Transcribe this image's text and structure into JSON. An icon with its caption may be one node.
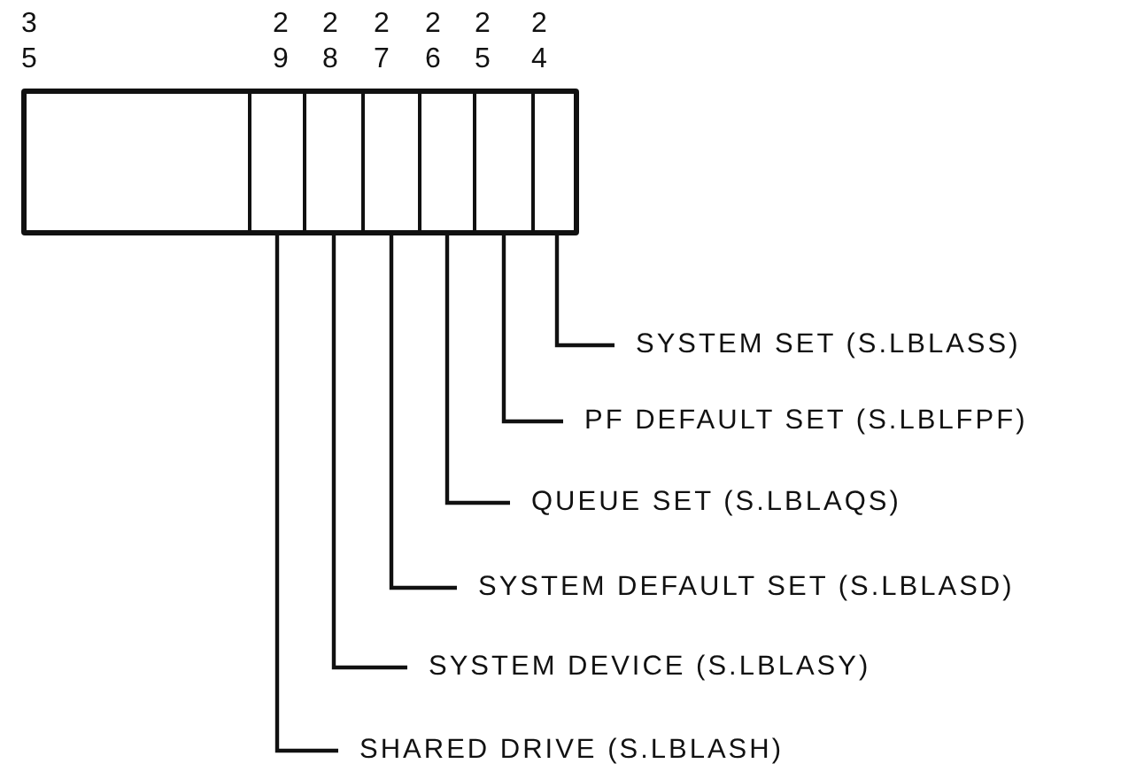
{
  "diagram": {
    "nodes": [
      {
        "text": [],
        "shape": "box",
        "beside": [
          "35"
        ]
      },
      {
        "text": [],
        "shape": "box",
        "in": 0,
        "beside": [
          "29"
        ]
      },
      {
        "text": [],
        "shape": "box",
        "in": 0,
        "beside": [
          "28"
        ]
      },
      {
        "text": [],
        "shape": "box",
        "in": 0,
        "beside": [
          "27"
        ]
      },
      {
        "text": [],
        "shape": "box",
        "in": 0,
        "beside": [
          "26"
        ]
      },
      {
        "text": [],
        "shape": "box",
        "in": 0,
        "beside": [
          "25"
        ]
      },
      {
        "text": [],
        "shape": "box",
        "in": 0,
        "beside": [
          "24"
        ]
      },
      {
        "text": [
          "SYSTEM SET (S.LBLASS)"
        ]
      },
      {
        "text": [
          "PF DEFAULT SET (S.LBLFPF)"
        ]
      },
      {
        "text": [
          "QUEUE SET (S.LBLAQS)"
        ]
      },
      {
        "text": [
          "SYSTEM DEFAULT SET (S.LBLASD)"
        ]
      },
      {
        "text": [
          "SYSTEM DEVICE (S.LBLASY)"
        ]
      },
      {
        "text": [
          "SHARED DRIVE (S.LBLASH)"
        ]
      }
    ],
    "edges": [
      {
        "from": 7,
        "to": 6,
        "arrow": "none"
      },
      {
        "from": 8,
        "to": 5,
        "arrow": "none"
      },
      {
        "from": 9,
        "to": 4,
        "arrow": "none"
      },
      {
        "from": 10,
        "to": 3,
        "arrow": "none"
      },
      {
        "from": 11,
        "to": 2,
        "arrow": "none"
      },
      {
        "from": 12,
        "to": 1,
        "arrow": "none"
      }
    ]
  }
}
